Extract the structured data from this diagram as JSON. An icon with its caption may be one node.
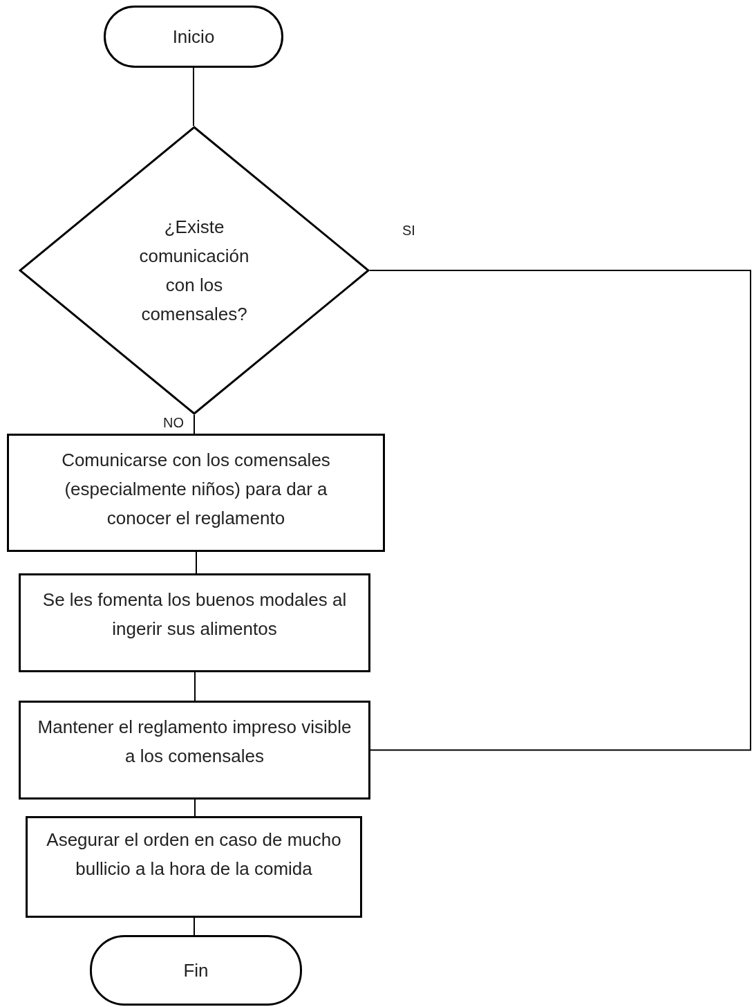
{
  "diagram": {
    "nodes": [
      {
        "text": [
          "Inicio"
        ]
      },
      {
        "text": [
          "¿Existe comunicación con los comensales?"
        ]
      },
      {
        "text": [
          "Comunicarse con los comensales (especialmente niños) para dar a conocer el reglamento"
        ]
      },
      {
        "text": [
          "Se les fomenta los buenos modales al ingerir sus alimentos"
        ]
      },
      {
        "text": [
          "Mantener el reglamento impreso visible a los comensales"
        ]
      },
      {
        "text": [
          "Asegurar el orden en caso de mucho bullicio a la hora de la comida"
        ]
      },
      {
        "text": [
          "Fin"
        ]
      }
    ],
    "edges": [
      {
        "from": 0,
        "to": 1,
        "arrow": "none"
      },
      {
        "from": 1,
        "to": 2,
        "arrow": "none",
        "label": "NO"
      },
      {
        "from": 2,
        "to": 3,
        "arrow": "none"
      },
      {
        "from": 3,
        "to": 4,
        "arrow": "none"
      },
      {
        "from": 4,
        "to": 5,
        "arrow": "none"
      },
      {
        "from": 5,
        "to": 6,
        "arrow": "none"
      },
      {
        "from": 1,
        "to": 4,
        "arrow": "none",
        "label": "SI"
      }
    ]
  }
}
